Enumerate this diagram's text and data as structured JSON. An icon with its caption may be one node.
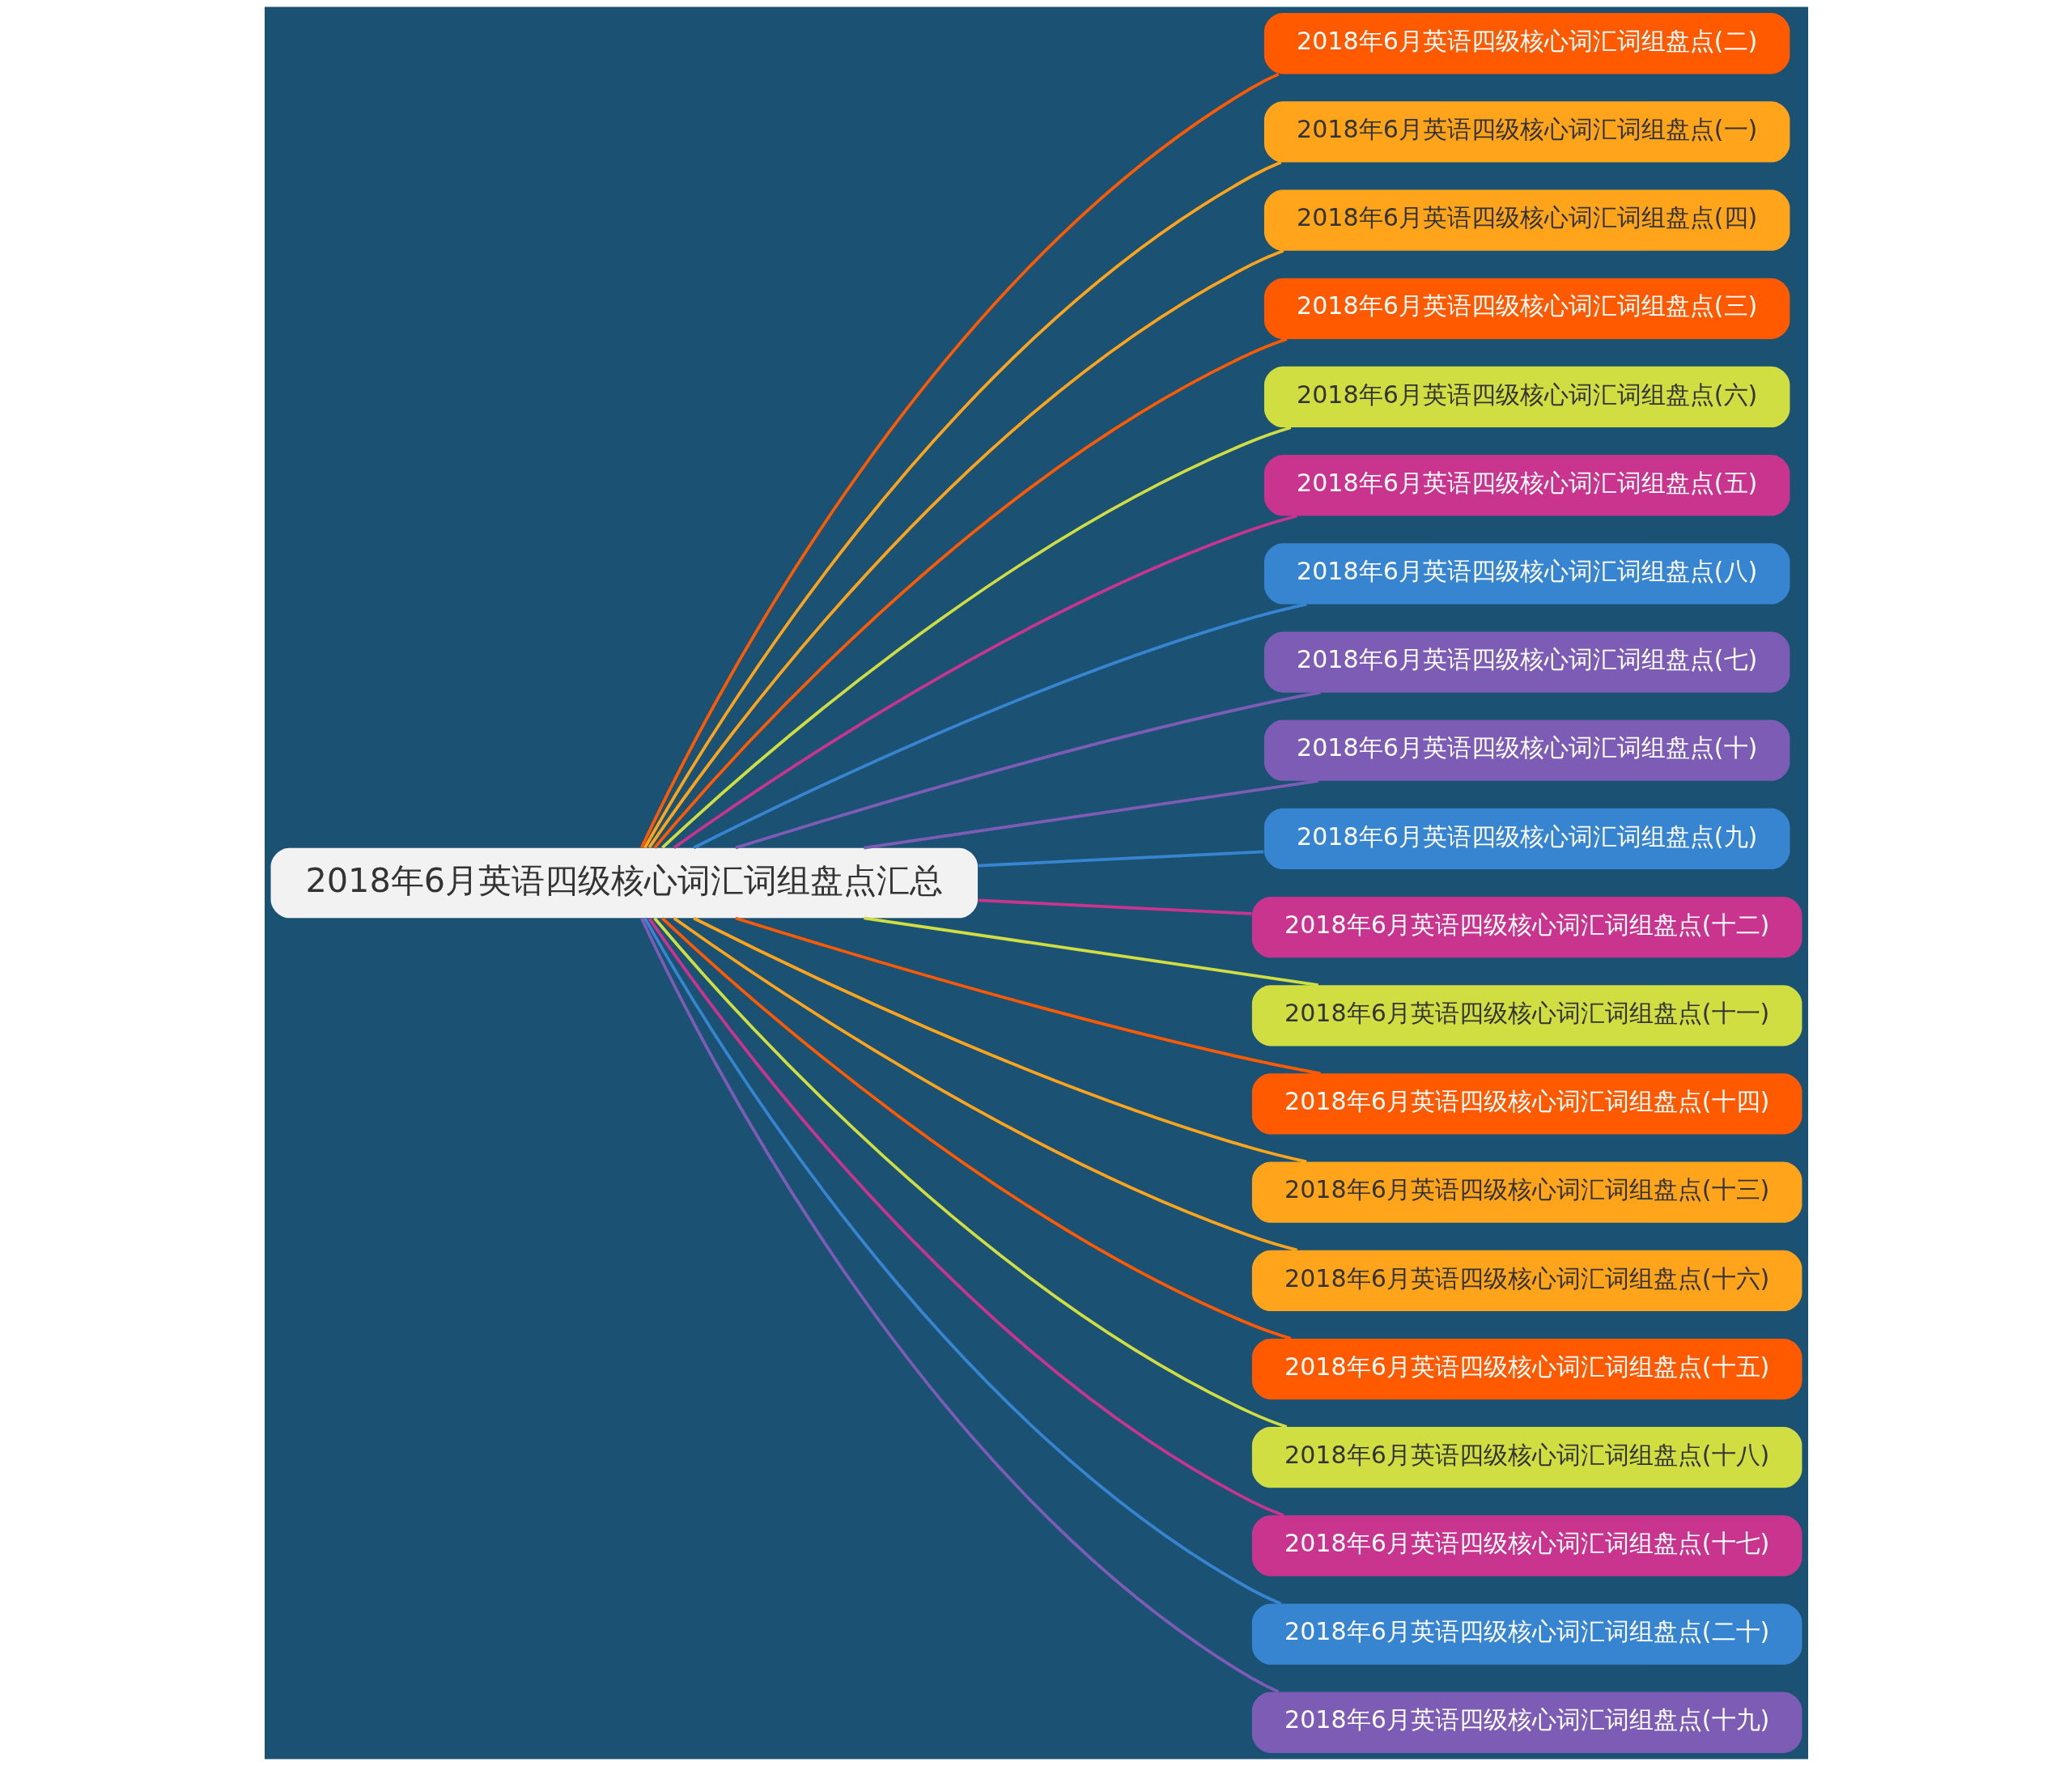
{
  "diagram": {
    "nodes": [
      {
        "text": [
          "2018年6月英语四级核心词汇词组盘点汇总"
        ]
      },
      {
        "text": [
          "2018年6月英语四级核心词汇词组盘点(二)"
        ]
      },
      {
        "text": [
          "2018年6月英语四级核心词汇词组盘点(一)"
        ]
      },
      {
        "text": [
          "2018年6月英语四级核心词汇词组盘点(四)"
        ]
      },
      {
        "text": [
          "2018年6月英语四级核心词汇词组盘点(三)"
        ]
      },
      {
        "text": [
          "2018年6月英语四级核心词汇词组盘点(六)"
        ]
      },
      {
        "text": [
          "2018年6月英语四级核心词汇词组盘点(五)"
        ]
      },
      {
        "text": [
          "2018年6月英语四级核心词汇词组盘点(八)"
        ]
      },
      {
        "text": [
          "2018年6月英语四级核心词汇词组盘点(七)"
        ]
      },
      {
        "text": [
          "2018年6月英语四级核心词汇词组盘点(十)"
        ]
      },
      {
        "text": [
          "2018年6月英语四级核心词汇词组盘点(九)"
        ]
      },
      {
        "text": [
          "2018年6月英语四级核心词汇词组盘点(十二)"
        ]
      },
      {
        "text": [
          "2018年6月英语四级核心词汇词组盘点(十一)"
        ]
      },
      {
        "text": [
          "2018年6月英语四级核心词汇词组盘点(十四)"
        ]
      },
      {
        "text": [
          "2018年6月英语四级核心词汇词组盘点(十三)"
        ]
      },
      {
        "text": [
          "2018年6月英语四级核心词汇词组盘点(十六)"
        ]
      },
      {
        "text": [
          "2018年6月英语四级核心词汇词组盘点(十五)"
        ]
      },
      {
        "text": [
          "2018年6月英语四级核心词汇词组盘点(十八)"
        ]
      },
      {
        "text": [
          "2018年6月英语四级核心词汇词组盘点(十七)"
        ]
      },
      {
        "text": [
          "2018年6月英语四级核心词汇词组盘点(二十)"
        ]
      },
      {
        "text": [
          "2018年6月英语四级核心词汇词组盘点(十九)"
        ]
      }
    ],
    "edges": [
      {
        "from": 0,
        "to": 1,
        "arrow": "none",
        "color": "#ff5a00"
      },
      {
        "from": 0,
        "to": 2,
        "arrow": "none",
        "color": "#ffa41b"
      },
      {
        "from": 0,
        "to": 3,
        "arrow": "none",
        "color": "#ffa41b"
      },
      {
        "from": 0,
        "to": 4,
        "arrow": "none",
        "color": "#ff5a00"
      },
      {
        "from": 0,
        "to": 5,
        "arrow": "none",
        "color": "#d0de42"
      },
      {
        "from": 0,
        "to": 6,
        "arrow": "none",
        "color": "#c9348f"
      },
      {
        "from": 0,
        "to": 7,
        "arrow": "none",
        "color": "#3785d0"
      },
      {
        "from": 0,
        "to": 8,
        "arrow": "none",
        "color": "#7d5cb5"
      },
      {
        "from": 0,
        "to": 9,
        "arrow": "none",
        "color": "#7d5cb5"
      },
      {
        "from": 0,
        "to": 10,
        "arrow": "none",
        "color": "#3785d0"
      },
      {
        "from": 0,
        "to": 11,
        "arrow": "none",
        "color": "#c9348f"
      },
      {
        "from": 0,
        "to": 12,
        "arrow": "none",
        "color": "#d0de42"
      },
      {
        "from": 0,
        "to": 13,
        "arrow": "none",
        "color": "#ff5a00"
      },
      {
        "from": 0,
        "to": 14,
        "arrow": "none",
        "color": "#ffa41b"
      },
      {
        "from": 0,
        "to": 15,
        "arrow": "none",
        "color": "#ffa41b"
      },
      {
        "from": 0,
        "to": 16,
        "arrow": "none",
        "color": "#ff5a00"
      },
      {
        "from": 0,
        "to": 17,
        "arrow": "none",
        "color": "#d0de42"
      },
      {
        "from": 0,
        "to": 18,
        "arrow": "none",
        "color": "#c9348f"
      },
      {
        "from": 0,
        "to": 19,
        "arrow": "none",
        "color": "#3785d0"
      },
      {
        "from": 0,
        "to": 20,
        "arrow": "none",
        "color": "#7d5cb5"
      }
    ]
  }
}
